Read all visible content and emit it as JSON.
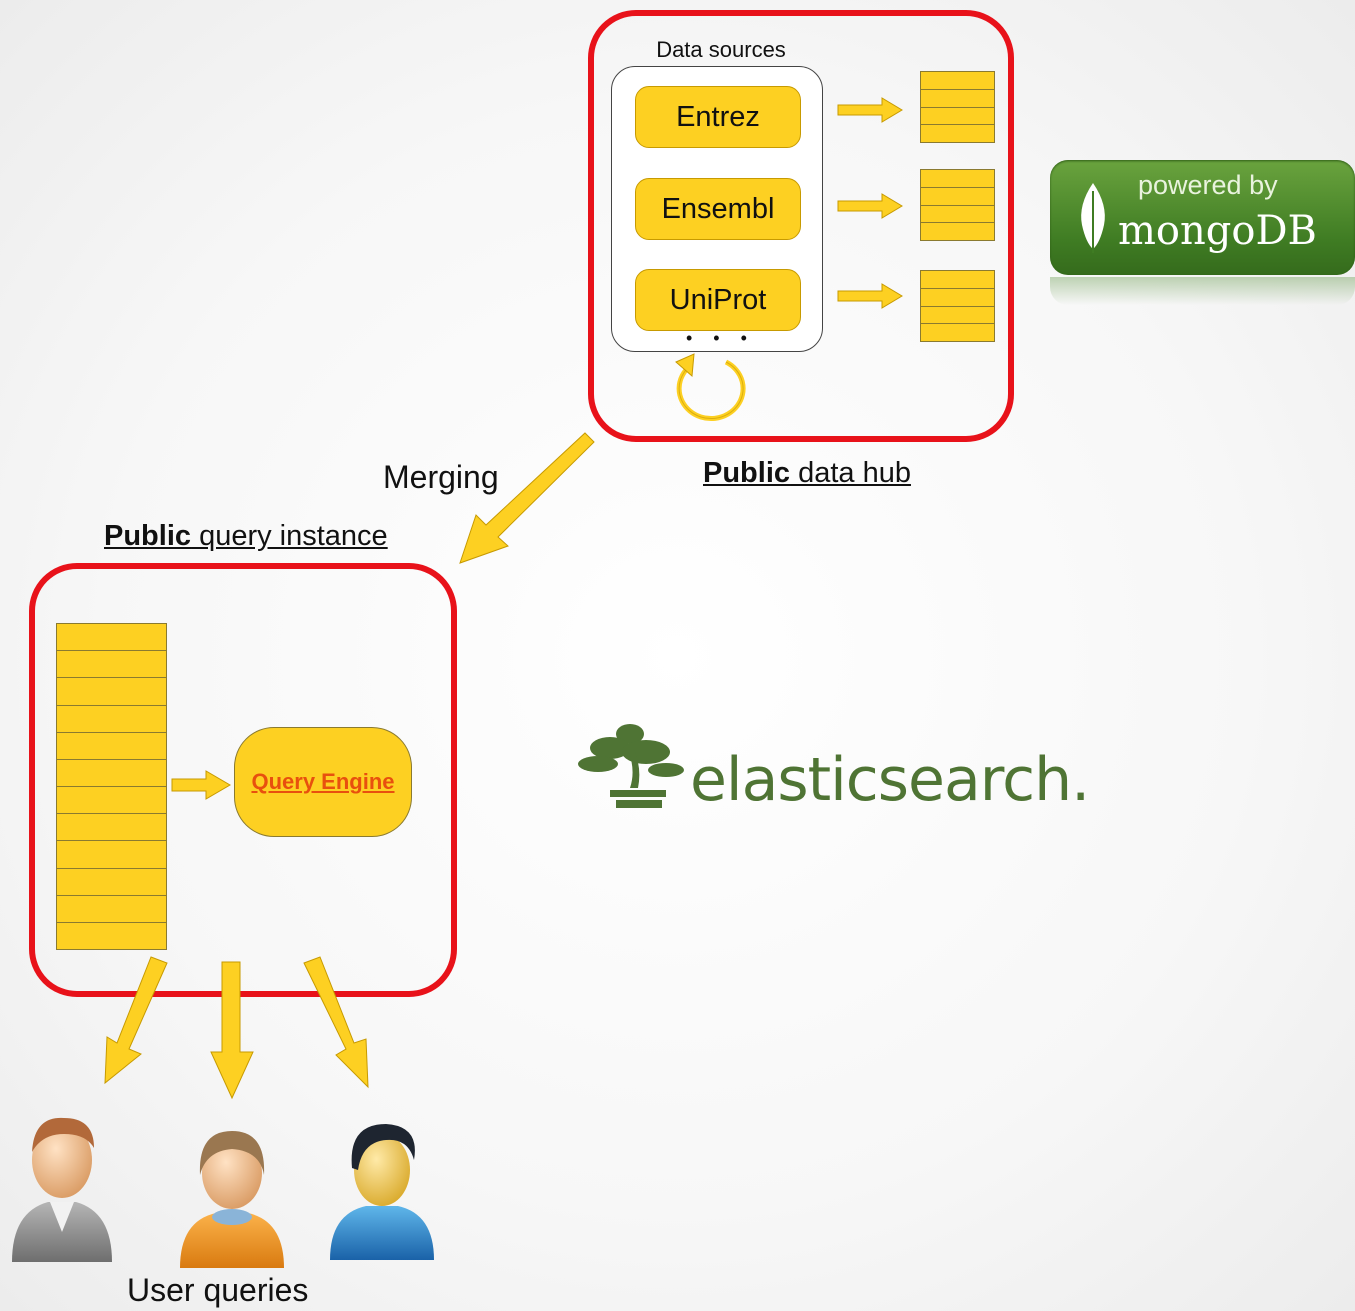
{
  "data_hub": {
    "panel_title": "Data sources",
    "sources": [
      "Entrez",
      "Ensembl",
      "UniProt"
    ],
    "more_indicator": "• • •",
    "label_bold": "Public",
    "label_rest": " data hub"
  },
  "merge_label": "Merging",
  "query_instance": {
    "label_bold": "Public",
    "label_rest": " query instance",
    "engine_label": "Query Engine"
  },
  "users_label": "User queries",
  "logos": {
    "mongo_top": "powered by",
    "mongo_bottom": "mongoDB",
    "elastic": "elasticsearch."
  },
  "colors": {
    "frame": "#e8121a",
    "block": "#fdd022",
    "engine_text": "#e8500e",
    "mongo_green": "#4a8a2c",
    "elastic_green": "#4f7434"
  }
}
